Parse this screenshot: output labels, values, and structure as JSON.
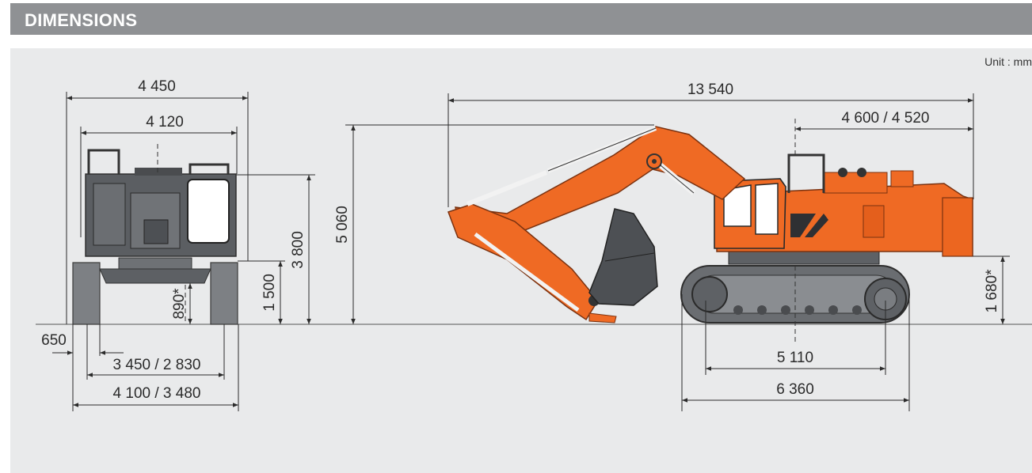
{
  "header": {
    "title": "DIMENSIONS"
  },
  "unit_label": "Unit : mm",
  "colors": {
    "header_bg": "#8f9194",
    "panel_bg": "#e9eaeb",
    "machine_orange": "#ef6a24",
    "machine_dark": "#4a4c4f"
  },
  "front_view": {
    "overall_width": "4 450",
    "upper_width": "4 120",
    "cab_height": "3 800",
    "track_height": "1 500",
    "ground_clearance": "890*",
    "shoe_width": "650",
    "track_gauge": "3 450 / 2 830",
    "undercarriage_width": "4 100 / 3 480"
  },
  "side_view": {
    "overall_length": "13 540",
    "rear_swing_radius": "4 600 / 4 520",
    "overall_height": "5 060",
    "counterweight_clearance": "1 680*",
    "tumbler_distance": "5 110",
    "track_length": "6 360"
  }
}
